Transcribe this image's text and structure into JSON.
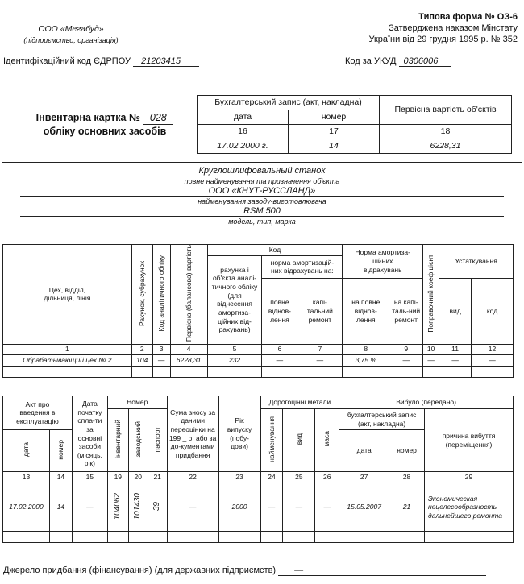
{
  "header": {
    "org_name": "ООО «Мегабуд»",
    "org_caption": "(підприємство, організація)",
    "form_title": "Типова форма № ОЗ-6",
    "approved_line1": "Затверджена наказом Мінстату",
    "approved_line2": "України від 29 грудня 1995 р. № 352",
    "edrpou_label": "Ідентифікаційний код ЄДРПОУ",
    "edrpou_value": "21203415",
    "ukud_label": "Код за УКУД",
    "ukud_value": "0306006"
  },
  "card": {
    "title_prefix": "Інвентарна картка №",
    "number": "028",
    "title_line2": "обліку основних засобів"
  },
  "accounting_table": {
    "record_header": "Бухгалтерський запис (акт, накладна)",
    "cost_header": "Первісна вартість об'єктів",
    "date_header": "дата",
    "number_header": "номер",
    "col_nums": [
      "16",
      "17",
      "18"
    ],
    "values": [
      "17.02.2000 г.",
      "14",
      "6228,31"
    ]
  },
  "asset": {
    "name": "Круглошлифовальный станок",
    "name_caption": "повне найменування та призначення об'єкта",
    "manufacturer": "ООО «КНУТ-РУССЛАНД»",
    "manufacturer_caption": "найменування заводу-виготовлювача",
    "model": "RSM 500",
    "model_caption": "модель, тип, марка"
  },
  "table1": {
    "headers": {
      "shop": "Цех, відділ, дільниця, лінія",
      "account": "Рахунок, субрахунок",
      "analytic_code": "Код аналітичного обліку",
      "initial_cost": "Первісна (балансова) вартість",
      "code_group": "Код",
      "code_account": "рахунка і об'єкта аналі-тичного обліку (для віднесення амортиза-ційних від-рахувань)",
      "norm_group_code": "норма амортизацій-них відрахувань на:",
      "full_recovery": "повне віднов-лення",
      "capital_repair": "капі-тальний ремонт",
      "norm_group": "Норма амортиза-ційних відрахувань",
      "norm_full": "на повне віднов-лення",
      "norm_capital": "на капі-таль-ний ремонт",
      "correction": "Поправочний коефіцієнт",
      "equipment": "Устаткування",
      "eq_type": "вид",
      "eq_code": "код"
    },
    "col_nums": [
      "1",
      "2",
      "3",
      "4",
      "5",
      "6",
      "7",
      "8",
      "9",
      "10",
      "11",
      "12"
    ],
    "row": [
      "Обрабатывающий цех № 2",
      "104",
      "—",
      "6228,31",
      "232",
      "—",
      "—",
      "3,75 %",
      "—",
      "—",
      "—",
      "—"
    ]
  },
  "table2": {
    "headers": {
      "act_group": "Акт про введення в експлуатацію",
      "act_date": "дата",
      "act_number": "номер",
      "start_date": "Дата початку спла-ти за основні засоби (місяць, рік)",
      "number_group": "Номер",
      "inventory": "інвентарний",
      "factory": "заводський",
      "passport": "паспорт",
      "wear": "Сума зносу за даними переоцінки на 199 _ р. або за до-кументами придбання",
      "year": "Рік випуску (побу-дови)",
      "metals_group": "Дорогоцінні метали",
      "metal_name": "найменування",
      "metal_type": "вид",
      "metal_mass": "маса",
      "disposal_group": "Вибуло (передано)",
      "disposal_record": "бухгалтерський запис (акт, накладна)",
      "disposal_date": "дата",
      "disposal_number": "номер",
      "disposal_reason": "причина вибуття (переміщення)"
    },
    "col_nums": [
      "13",
      "14",
      "15",
      "19",
      "20",
      "21",
      "22",
      "23",
      "24",
      "25",
      "26",
      "27",
      "28",
      "29"
    ],
    "row": {
      "act_date": "17.02.2000",
      "act_number": "14",
      "start_date": "—",
      "inventory": "104062",
      "factory": "101430",
      "passport": "39",
      "wear": "—",
      "year": "2000",
      "metal_name": "—",
      "metal_type": "—",
      "metal_mass": "—",
      "disposal_date": "15.05.2007",
      "disposal_number": "21",
      "disposal_reason": "Экономическая нецелесообразность дальнейшего ремонта"
    }
  },
  "footer": {
    "source_label": "Джерело придбання (фінансування) (для державних підприємств)",
    "source_value": "—"
  }
}
